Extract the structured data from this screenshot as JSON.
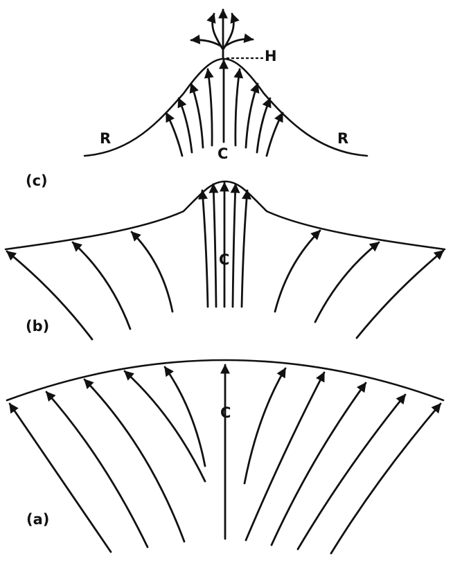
{
  "panels": [
    {
      "id": "a",
      "label": "(a)",
      "center_label": "C"
    },
    {
      "id": "b",
      "label": "(b)",
      "center_label": "C"
    },
    {
      "id": "c",
      "label": "(c)",
      "center_label": "C",
      "flank_left": "R",
      "flank_right": "R",
      "peak_label": "H"
    }
  ],
  "colors": {
    "ink": "#111111",
    "background": "#ffffff"
  }
}
